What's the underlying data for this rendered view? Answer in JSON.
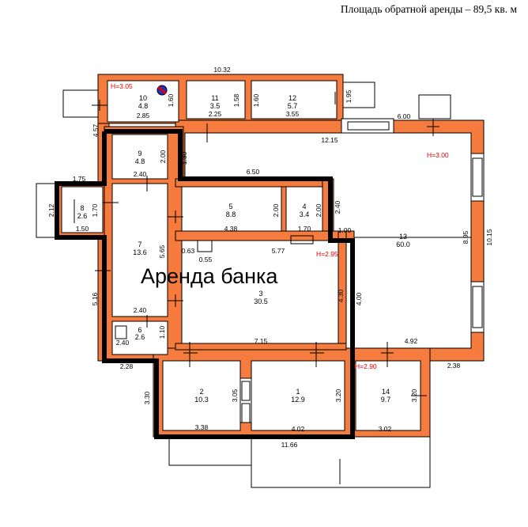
{
  "header": {
    "caption": "Площадь обратной аренды – 89,5 кв. м"
  },
  "overlay": {
    "label": "Аренда банка"
  },
  "colors": {
    "wall": "#f57b3e",
    "border": "#000000",
    "highlight": "#000000",
    "height_text": "#e00000"
  },
  "rooms": [
    {
      "num": "10",
      "area": "4.8"
    },
    {
      "num": "11",
      "area": "3.5"
    },
    {
      "num": "12",
      "area": "5.7"
    },
    {
      "num": "9",
      "area": "4.8"
    },
    {
      "num": "8",
      "area": "2.6"
    },
    {
      "num": "7",
      "area": "13.6"
    },
    {
      "num": "5",
      "area": "8.8"
    },
    {
      "num": "4",
      "area": "3.4"
    },
    {
      "num": "3",
      "area": "30.5"
    },
    {
      "num": "6",
      "area": "2.6"
    },
    {
      "num": "13",
      "area": "60.0"
    },
    {
      "num": "2",
      "area": "10.3"
    },
    {
      "num": "1",
      "area": "12.9"
    },
    {
      "num": "14",
      "area": "9.7"
    }
  ],
  "dims": [
    "10.32",
    "2.85",
    "1.60",
    "2.25",
    "1.58",
    "1.60",
    "3.55",
    "1.95",
    "6.00",
    "4.57",
    "12.15",
    "2.00",
    "1.30",
    "2.40",
    "6.50",
    "1.75",
    "2.12",
    "1.70",
    "1.50",
    "2.00",
    "2.00",
    "2.40",
    "4.38",
    "1.70",
    "1.00",
    "5.65",
    "0.63",
    "0.55",
    "5.77",
    "8.95",
    "10.15",
    "5.16",
    "4.30",
    "4.00",
    "2.40",
    "1.10",
    "2.40",
    "7.15",
    "4.92",
    "2.28",
    "2.38",
    "3.30",
    "3.05",
    "3.20",
    "3.20",
    "3.38",
    "4.02",
    "3.02",
    "11.66"
  ],
  "heights": [
    "H=3.05",
    "H=3.00",
    "H=2.95",
    "H=2.90"
  ]
}
